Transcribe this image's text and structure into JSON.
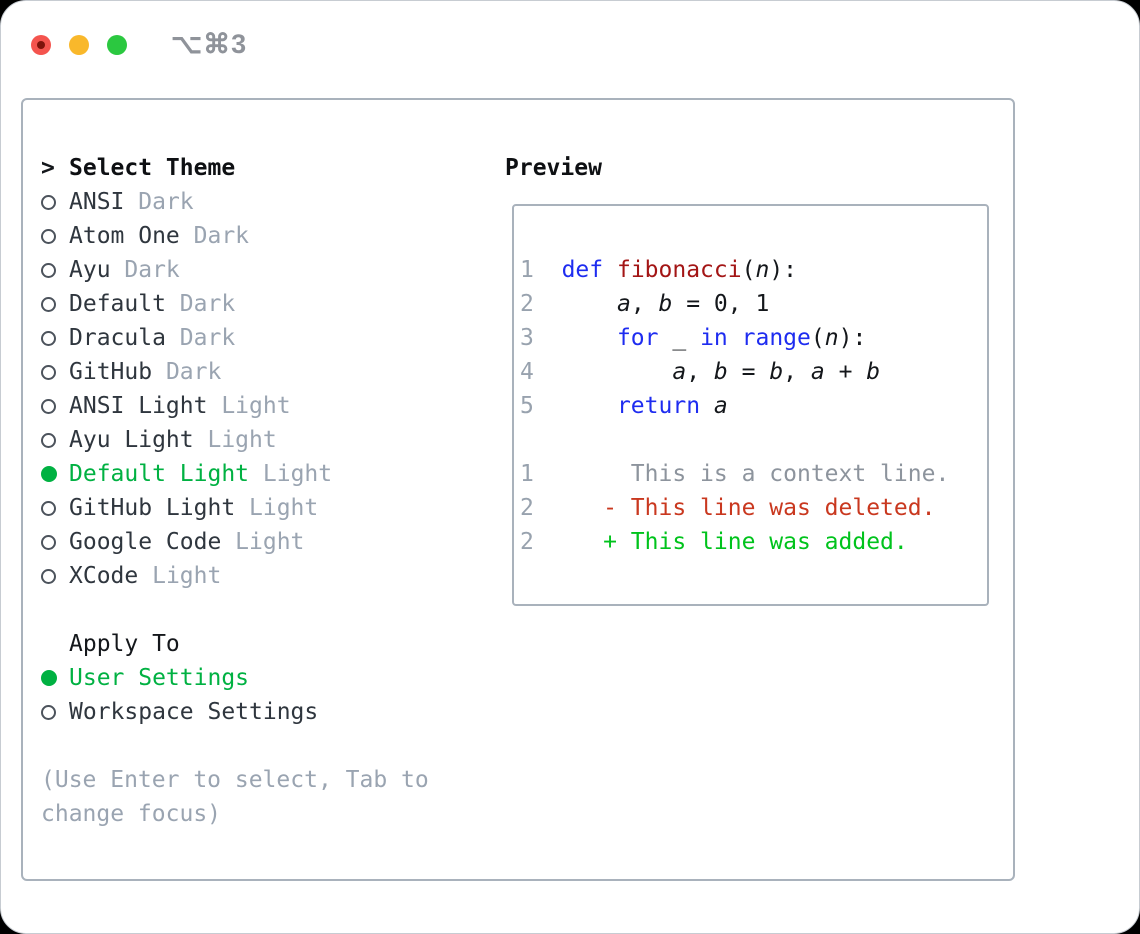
{
  "window": {
    "shortcut": "⌥⌘3",
    "traffic_lights": [
      "close",
      "minimize",
      "zoom"
    ]
  },
  "colors": {
    "selection_green": "#00b142",
    "added_green": "#00c31c",
    "deleted_red": "#c9381f",
    "keyword_blue": "#1e2cf0",
    "function_red": "#a31515",
    "muted_gray": "#9aa4b1",
    "border_gray": "#a9b2bc",
    "traffic_red": "#f4544e",
    "traffic_yellow": "#f9b82b",
    "traffic_green": "#2bc840"
  },
  "theme_picker": {
    "prompt": ">",
    "title": "Select Theme",
    "themes": [
      {
        "name": "ANSI",
        "variant": "Dark",
        "selected": false
      },
      {
        "name": "Atom One",
        "variant": "Dark",
        "selected": false
      },
      {
        "name": "Ayu",
        "variant": "Dark",
        "selected": false
      },
      {
        "name": "Default",
        "variant": "Dark",
        "selected": false
      },
      {
        "name": "Dracula",
        "variant": "Dark",
        "selected": false
      },
      {
        "name": "GitHub",
        "variant": "Dark",
        "selected": false
      },
      {
        "name": "ANSI Light",
        "variant": "Light",
        "selected": false
      },
      {
        "name": "Ayu Light",
        "variant": "Light",
        "selected": false
      },
      {
        "name": "Default Light",
        "variant": "Light",
        "selected": true
      },
      {
        "name": "GitHub Light",
        "variant": "Light",
        "selected": false
      },
      {
        "name": "Google Code",
        "variant": "Light",
        "selected": false
      },
      {
        "name": "XCode",
        "variant": "Light",
        "selected": false
      }
    ]
  },
  "apply_to": {
    "title": "Apply To",
    "options": [
      {
        "label": "User Settings",
        "selected": true
      },
      {
        "label": "Workspace Settings",
        "selected": false
      }
    ]
  },
  "help_text": "(Use Enter to select, Tab to change focus)",
  "preview": {
    "title": "Preview",
    "code_lines": [
      {
        "num": "1",
        "tokens": [
          {
            "t": "def",
            "c": "kw"
          },
          {
            "t": " ",
            "c": "p"
          },
          {
            "t": "fibonacci",
            "c": "fn"
          },
          {
            "t": "(",
            "c": "p"
          },
          {
            "t": "n",
            "c": "var"
          },
          {
            "t": "):",
            "c": "p"
          }
        ]
      },
      {
        "num": "2",
        "tokens": [
          {
            "t": "    ",
            "c": "p"
          },
          {
            "t": "a",
            "c": "var"
          },
          {
            "t": ", ",
            "c": "p"
          },
          {
            "t": "b",
            "c": "var"
          },
          {
            "t": " = 0, 1",
            "c": "p"
          }
        ]
      },
      {
        "num": "3",
        "tokens": [
          {
            "t": "    ",
            "c": "p"
          },
          {
            "t": "for",
            "c": "kw"
          },
          {
            "t": " ",
            "c": "p"
          },
          {
            "t": "_",
            "c": "var"
          },
          {
            "t": " ",
            "c": "p"
          },
          {
            "t": "in",
            "c": "kw"
          },
          {
            "t": " ",
            "c": "p"
          },
          {
            "t": "range",
            "c": "kw"
          },
          {
            "t": "(",
            "c": "p"
          },
          {
            "t": "n",
            "c": "var"
          },
          {
            "t": "):",
            "c": "p"
          }
        ]
      },
      {
        "num": "4",
        "tokens": [
          {
            "t": "        ",
            "c": "p"
          },
          {
            "t": "a",
            "c": "var"
          },
          {
            "t": ", ",
            "c": "p"
          },
          {
            "t": "b",
            "c": "var"
          },
          {
            "t": " = ",
            "c": "p"
          },
          {
            "t": "b",
            "c": "var"
          },
          {
            "t": ", ",
            "c": "p"
          },
          {
            "t": "a",
            "c": "var"
          },
          {
            "t": " + ",
            "c": "p"
          },
          {
            "t": "b",
            "c": "var"
          }
        ]
      },
      {
        "num": "5",
        "tokens": [
          {
            "t": "    ",
            "c": "p"
          },
          {
            "t": "return",
            "c": "kw"
          },
          {
            "t": " ",
            "c": "p"
          },
          {
            "t": "a",
            "c": "var"
          }
        ]
      }
    ],
    "diff_lines": [
      {
        "num": "1",
        "marker": " ",
        "text": "This is a context line.",
        "kind": "context"
      },
      {
        "num": "2",
        "marker": "-",
        "text": "This line was deleted.",
        "kind": "deleted"
      },
      {
        "num": "2",
        "marker": "+",
        "text": "This line was added.",
        "kind": "added"
      }
    ]
  }
}
